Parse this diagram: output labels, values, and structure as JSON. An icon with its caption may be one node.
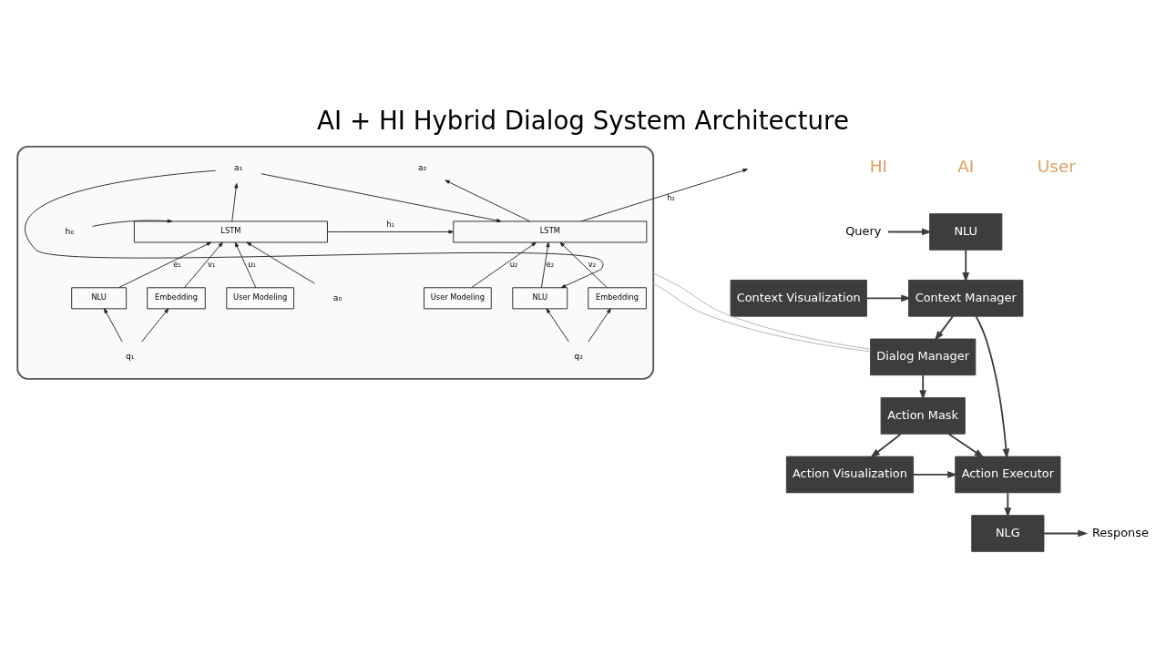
{
  "diagram": {
    "title": "AI + HI Hybrid Dialog System Architecture",
    "nodes": [
      {
        "text": [
          "NLU"
        ]
      },
      {
        "text": [
          "Query"
        ]
      },
      {
        "text": [
          "Context Manager"
        ]
      },
      {
        "text": [
          "Context Visualization"
        ]
      },
      {
        "text": [
          "Dialog Manager"
        ]
      },
      {
        "text": [
          "Action Mask"
        ]
      },
      {
        "text": [
          "Action Visualization"
        ]
      },
      {
        "text": [
          "Action Executor"
        ]
      },
      {
        "text": [
          "NLG"
        ]
      },
      {
        "text": [
          "Response"
        ]
      },
      {
        "text": [],
        "shape": "ellipse"
      },
      {
        "text": [
          "h₀"
        ],
        "in": 10
      },
      {
        "text": [
          "a₁"
        ],
        "in": 10
      },
      {
        "text": [
          "LSTM"
        ],
        "in": 10
      },
      {
        "text": [
          "a₀"
        ],
        "in": 10
      },
      {
        "text": [
          "NLU"
        ],
        "in": 10
      },
      {
        "text": [
          "Embedding"
        ],
        "in": 10
      },
      {
        "text": [
          "User Modeling"
        ],
        "in": 10
      },
      {
        "text": [
          "q₁"
        ],
        "in": 10
      },
      {
        "text": [
          "a₂"
        ],
        "in": 10
      },
      {
        "text": [
          "LSTM"
        ],
        "in": 10
      },
      {
        "text": [
          "NLU"
        ],
        "in": 10
      },
      {
        "text": [
          "Embedding"
        ],
        "in": 10
      },
      {
        "text": [
          "User Modeling"
        ],
        "in": 10
      },
      {
        "text": [
          "q₂"
        ],
        "in": 10
      }
    ],
    "edges": [
      {
        "from": 1,
        "to": 0,
        "arrow": "to"
      },
      {
        "from": 0,
        "to": 2,
        "arrow": "to"
      },
      {
        "from": 3,
        "to": 2,
        "arrow": "to"
      },
      {
        "from": 2,
        "to": 4,
        "arrow": "to"
      },
      {
        "from": 2,
        "to": 7,
        "arrow": "to"
      },
      {
        "from": 4,
        "to": 5,
        "arrow": "to"
      },
      {
        "from": 5,
        "to": 6,
        "arrow": "to"
      },
      {
        "from": 5,
        "to": 7,
        "arrow": "to"
      },
      {
        "from": 6,
        "to": 7,
        "arrow": "to"
      },
      {
        "from": 7,
        "to": 8,
        "arrow": "to"
      },
      {
        "from": 8,
        "to": 9,
        "arrow": "to"
      },
      {
        "from": 4,
        "to": 10,
        "arrow": "none",
        "color": "#b0b0b0"
      },
      {
        "from": 4,
        "to": 10,
        "arrow": "none",
        "color": "#b0b0b0"
      },
      {
        "from": 11,
        "to": 13,
        "arrow": "to"
      },
      {
        "from": 14,
        "to": 13,
        "arrow": "to"
      },
      {
        "from": 15,
        "to": 13,
        "label": "e₁",
        "arrow": "to"
      },
      {
        "from": 16,
        "to": 13,
        "label": "v₁",
        "arrow": "to"
      },
      {
        "from": 17,
        "to": 13,
        "label": "u₁",
        "arrow": "to"
      },
      {
        "from": 18,
        "to": 15,
        "arrow": "to"
      },
      {
        "from": 18,
        "to": 16,
        "arrow": "to"
      },
      {
        "from": 13,
        "to": 12,
        "arrow": "to"
      },
      {
        "from": 13,
        "to": 20,
        "label": "h₁",
        "arrow": "to"
      },
      {
        "from": 12,
        "to": 20,
        "arrow": "to"
      },
      {
        "from": 12,
        "to": 21,
        "arrow": "to"
      },
      {
        "from": 21,
        "to": 20,
        "label": "e₂",
        "arrow": "to"
      },
      {
        "from": 22,
        "to": 20,
        "label": "v₂",
        "arrow": "to"
      },
      {
        "from": 23,
        "to": 20,
        "label": "u₂",
        "arrow": "to"
      },
      {
        "from": 24,
        "to": 21,
        "arrow": "to"
      },
      {
        "from": 24,
        "to": 22,
        "arrow": "to"
      },
      {
        "from": 20,
        "to": 19,
        "arrow": "to"
      },
      {
        "from": 20,
        "to": null,
        "label": "h₂",
        "arrow": "to"
      }
    ],
    "labels": [
      "HI",
      "AI",
      "User"
    ]
  }
}
